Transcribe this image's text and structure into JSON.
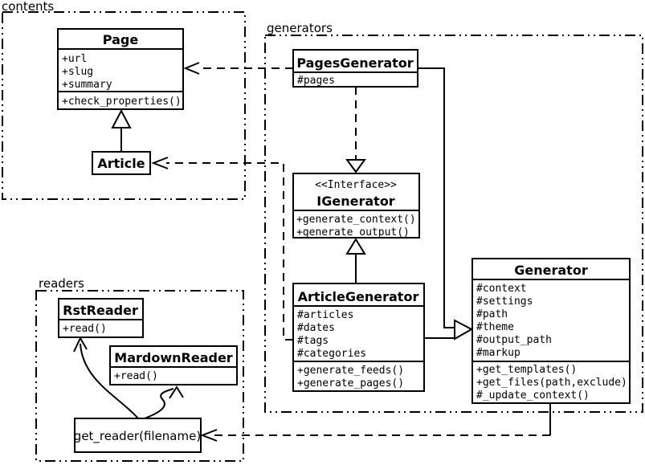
{
  "colors": {
    "line": "#000000",
    "surface": "#ffffff"
  },
  "packages": {
    "contents": "contents",
    "generators": "generators",
    "readers": "readers"
  },
  "classes": {
    "page": {
      "title": "Page",
      "attrs": [
        "+url",
        "+slug",
        "+summary"
      ],
      "methods": [
        "+check_properties()"
      ]
    },
    "article": {
      "title": "Article"
    },
    "pages_generator": {
      "title": "PagesGenerator",
      "attrs": [
        "#pages"
      ]
    },
    "igenerator": {
      "stereotype": "<<Interface>>",
      "title": "IGenerator",
      "methods": [
        "+generate_context()",
        "+generate_output()"
      ]
    },
    "article_generator": {
      "title": "ArticleGenerator",
      "attrs": [
        "#articles",
        "#dates",
        "#tags",
        "#categories"
      ],
      "methods": [
        "+generate_feeds()",
        "+generate_pages()"
      ]
    },
    "generator": {
      "title": "Generator",
      "attrs": [
        "#context",
        "#settings",
        "#path",
        "#theme",
        "#output_path",
        "#markup"
      ],
      "methods": [
        "+get_templates()",
        "+get_files(path,exclude)",
        "#_update_context()"
      ]
    },
    "rst_reader": {
      "title": "RstReader",
      "methods": [
        "+read()"
      ]
    },
    "mardown_reader": {
      "title": "MardownReader",
      "methods": [
        "+read()"
      ]
    },
    "get_reader": {
      "label": "get_reader(filename)"
    }
  }
}
